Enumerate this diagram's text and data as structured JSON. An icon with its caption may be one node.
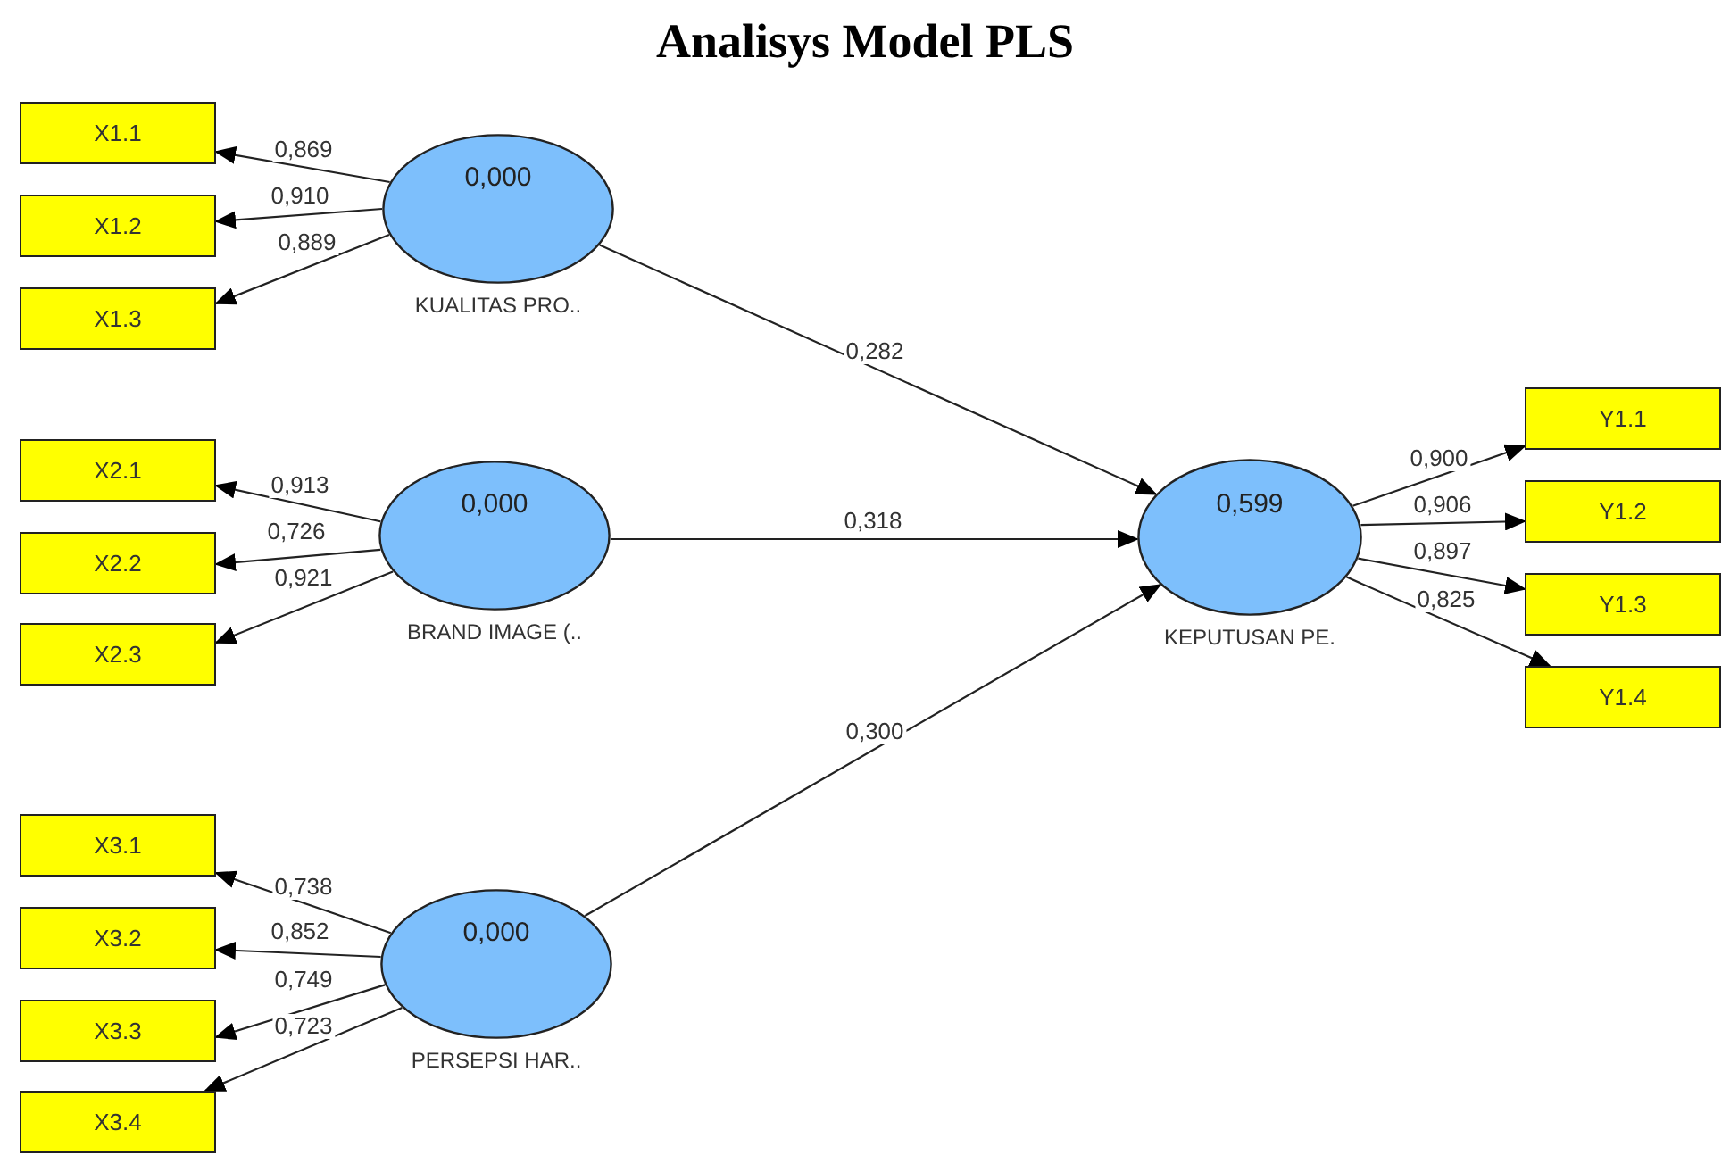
{
  "diagram": {
    "title": "Analisys Model PLS",
    "nodes": [
      {
        "text": [
          "0,000"
        ],
        "beside": [
          "KUALITAS PRO.."
        ]
      },
      {
        "text": [
          "X1.1"
        ]
      },
      {
        "text": [
          "X1.2"
        ]
      },
      {
        "text": [
          "X1.3"
        ]
      },
      {
        "text": [
          "0,000"
        ],
        "beside": [
          "BRAND IMAGE (.."
        ]
      },
      {
        "text": [
          "X2.1"
        ]
      },
      {
        "text": [
          "X2.2"
        ]
      },
      {
        "text": [
          "X2.3"
        ]
      },
      {
        "text": [
          "0,000"
        ],
        "beside": [
          "PERSEPSI HAR.."
        ]
      },
      {
        "text": [
          "X3.1"
        ]
      },
      {
        "text": [
          "X3.2"
        ]
      },
      {
        "text": [
          "X3.3"
        ]
      },
      {
        "text": [
          "X3.4"
        ]
      },
      {
        "text": [
          "0,599"
        ],
        "beside": [
          "KEPUTUSAN PE."
        ]
      },
      {
        "text": [
          "Y1.1"
        ]
      },
      {
        "text": [
          "Y1.2"
        ]
      },
      {
        "text": [
          "Y1.3"
        ]
      },
      {
        "text": [
          "Y1.4"
        ]
      }
    ],
    "edges": [
      {
        "from": 0,
        "to": 1,
        "arrow": "to",
        "label": "0,869"
      },
      {
        "from": 0,
        "to": 2,
        "arrow": "to",
        "label": "0,910"
      },
      {
        "from": 0,
        "to": 3,
        "arrow": "to",
        "label": "0,889"
      },
      {
        "from": 4,
        "to": 5,
        "arrow": "to",
        "label": "0,913"
      },
      {
        "from": 4,
        "to": 6,
        "arrow": "to",
        "label": "0,726"
      },
      {
        "from": 4,
        "to": 7,
        "arrow": "to",
        "label": "0,921"
      },
      {
        "from": 8,
        "to": 9,
        "arrow": "to",
        "label": "0,738"
      },
      {
        "from": 8,
        "to": 10,
        "arrow": "to",
        "label": "0,852"
      },
      {
        "from": 8,
        "to": 11,
        "arrow": "to",
        "label": "0,749"
      },
      {
        "from": 8,
        "to": 12,
        "arrow": "to",
        "label": "0,723"
      },
      {
        "from": 0,
        "to": 13,
        "arrow": "to",
        "label": "0,282"
      },
      {
        "from": 4,
        "to": 13,
        "arrow": "to",
        "label": "0,318"
      },
      {
        "from": 8,
        "to": 13,
        "arrow": "to",
        "label": "0,300"
      },
      {
        "from": 13,
        "to": 14,
        "arrow": "to",
        "label": "0,900"
      },
      {
        "from": 13,
        "to": 15,
        "arrow": "to",
        "label": "0,906"
      },
      {
        "from": 13,
        "to": 16,
        "arrow": "to",
        "label": "0,897"
      },
      {
        "from": 13,
        "to": 17,
        "arrow": "to",
        "label": "0,825"
      }
    ]
  }
}
